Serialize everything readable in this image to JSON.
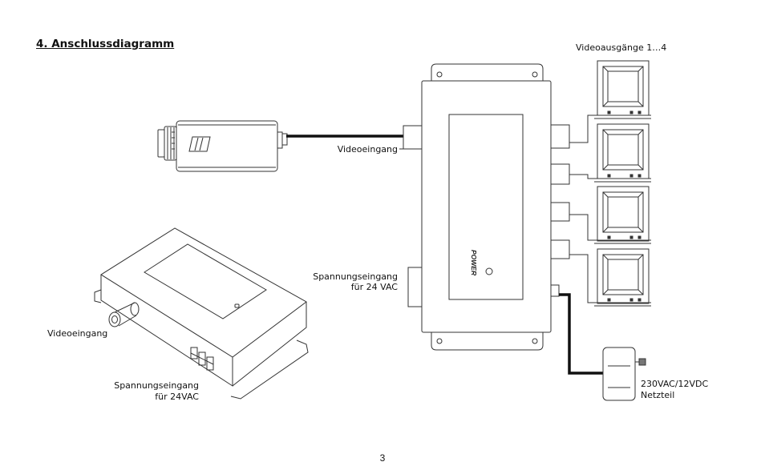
{
  "heading": "4. Anschlussdiagramm",
  "labels": {
    "video_outputs": "Videoausgänge 1…4",
    "video_input_right": "Videoeingang",
    "power_input_right_line1": "Spannungseingang",
    "power_input_right_line2": "für 24 VAC",
    "video_input_left": "Videoeingang",
    "power_input_left_line1": "Spannungseingang",
    "power_input_left_line2": "für 24VAC",
    "psu_line1": "230VAC/12VDC",
    "psu_line2": "Netzteil",
    "power_led": "POWER"
  },
  "page_number": "3",
  "colors": {
    "line": "#222222",
    "cable": "#111111",
    "stroke": "#333333",
    "plug": "#777777"
  }
}
